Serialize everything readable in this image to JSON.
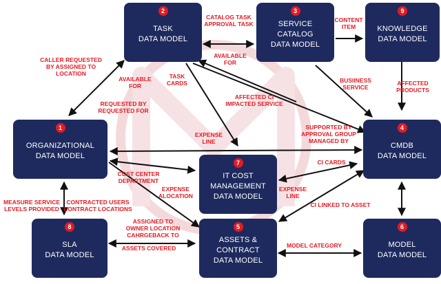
{
  "colors": {
    "box": "#1e2a5e",
    "badge": "#e31b23",
    "label": "#e31b23",
    "arrow": "#111111",
    "watermark": "#f4d9db"
  },
  "boxes": [
    {
      "id": "task",
      "number": "2",
      "lines": [
        "TASK",
        "DATA MODEL"
      ]
    },
    {
      "id": "service",
      "number": "3",
      "lines": [
        "SERVICE",
        "CATALOG",
        "DATA MODEL"
      ]
    },
    {
      "id": "knowledge",
      "number": "9",
      "lines": [
        "KNOWLEDGE",
        "DATA MODEL"
      ]
    },
    {
      "id": "org",
      "number": "1",
      "lines": [
        "ORGANIZATIONAL",
        "DATA MODEL"
      ]
    },
    {
      "id": "cmdb",
      "number": "4",
      "lines": [
        "CMDB",
        "DATA MODEL"
      ]
    },
    {
      "id": "cost",
      "number": "7",
      "lines": [
        "IT COST",
        "MANAGEMENT",
        "DATA MODEL"
      ]
    },
    {
      "id": "sla",
      "number": "8",
      "lines": [
        "SLA",
        "DATA MODEL"
      ]
    },
    {
      "id": "assets",
      "number": "5",
      "lines": [
        "ASSETS &",
        "CONTRACT",
        "DATA MODEL"
      ]
    },
    {
      "id": "model",
      "number": "6",
      "lines": [
        "MODEL",
        "DATA MODEL"
      ]
    }
  ],
  "labels": [
    {
      "id": "catalog-task",
      "lines": [
        "CATALOG TASK",
        "APPROVAL TASK"
      ]
    },
    {
      "id": "content-item",
      "lines": [
        "CONTENT",
        "ITEM"
      ]
    },
    {
      "id": "available-for-1",
      "lines": [
        "AVAILABLE",
        "FOR"
      ]
    },
    {
      "id": "caller-requested",
      "lines": [
        "CALLER REQUESTED",
        "BY ASSIGNED TO",
        "LOCATION"
      ]
    },
    {
      "id": "available-for-2",
      "lines": [
        "AVAILABLE",
        "FOR"
      ]
    },
    {
      "id": "task-cards",
      "lines": [
        "TASK",
        "CARDS"
      ]
    },
    {
      "id": "business-service",
      "lines": [
        "BUSIINESS",
        "SERVICE"
      ]
    },
    {
      "id": "affected-products",
      "lines": [
        "AFFECTED",
        "PRODUCTS"
      ]
    },
    {
      "id": "affected-ci",
      "lines": [
        "AFFECTED CI",
        "IMPACTED SERVICE"
      ]
    },
    {
      "id": "requested-by",
      "lines": [
        "REQUESTED BY",
        "REQUESTED FOR"
      ]
    },
    {
      "id": "expense-line-1",
      "lines": [
        "EXPENSE",
        "LINE"
      ]
    },
    {
      "id": "supported-by",
      "lines": [
        "SUPPORTED BY",
        "APPROVAL GROUP",
        "MANAGED BY"
      ]
    },
    {
      "id": "cost-center",
      "lines": [
        "COST CENTER",
        "DEPARTMENT"
      ]
    },
    {
      "id": "ci-cards",
      "lines": [
        "CI CARDS"
      ]
    },
    {
      "id": "expense-alocation",
      "lines": [
        "EXPENSE",
        "ALOCATION"
      ]
    },
    {
      "id": "expense-line-2",
      "lines": [
        "EXPENSE",
        "LINE"
      ]
    },
    {
      "id": "measure-service",
      "lines": [
        "MEASURE SERVICE",
        "LEVELS PROVIDED"
      ]
    },
    {
      "id": "contracted-users",
      "lines": [
        "CONTRACTED USERS",
        "CONTRACT LOCATIONS"
      ]
    },
    {
      "id": "ci-linked",
      "lines": [
        "CI LINKED TO ASSET"
      ]
    },
    {
      "id": "assigned-owner",
      "lines": [
        "ASSIGNED TO",
        "OWNER LOCATION",
        "CAHRGEBACK TO"
      ]
    },
    {
      "id": "assets-covered",
      "lines": [
        "ASSETS COVERED"
      ]
    },
    {
      "id": "model-category",
      "lines": [
        "MODEL CATEGORY"
      ]
    }
  ]
}
